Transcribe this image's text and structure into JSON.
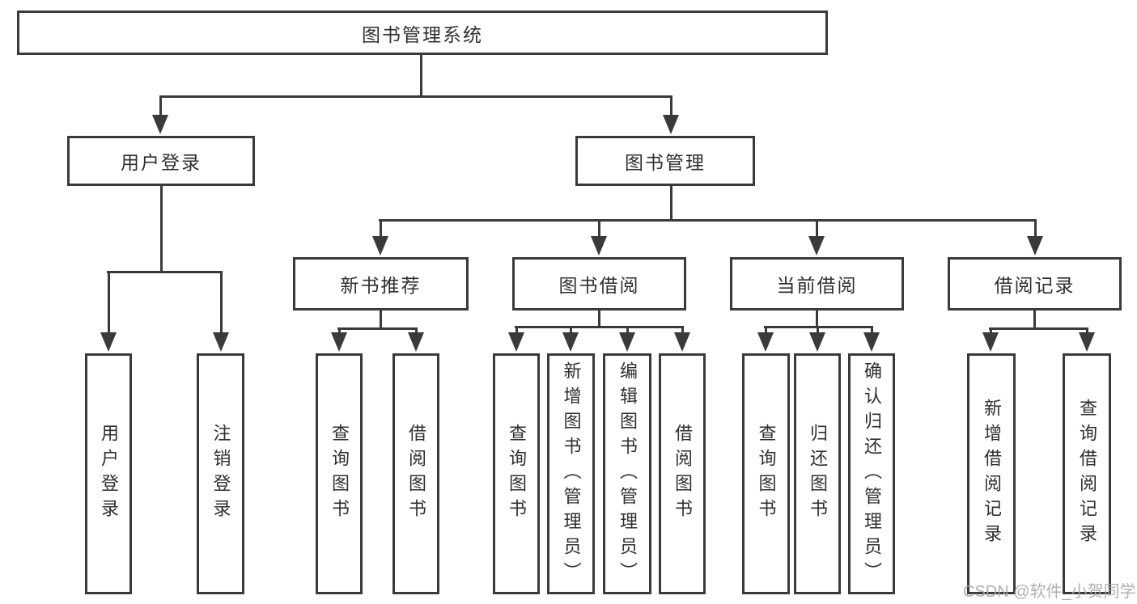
{
  "diagram": {
    "root": {
      "label": "图书管理系统"
    },
    "level2": {
      "user_login": {
        "label": "用户登录"
      },
      "book_mgmt": {
        "label": "图书管理"
      }
    },
    "level3": {
      "new_book": {
        "label": "新书推荐"
      },
      "book_borrow": {
        "label": "图书借阅"
      },
      "current_borrow": {
        "label": "当前借阅"
      },
      "borrow_record": {
        "label": "借阅记录"
      }
    },
    "leaves": {
      "user_login": [
        "用户登录",
        "注销登录"
      ],
      "new_book": [
        "查询图书",
        "借阅图书"
      ],
      "book_borrow": [
        "查询图书",
        "新增图书（管理员）",
        "编辑图书（管理员）",
        "借阅图书"
      ],
      "current_borrow": [
        "查询图书",
        "归还图书",
        "确认归还（管理员）"
      ],
      "borrow_record": [
        "新增借阅记录",
        "查询借阅记录"
      ]
    }
  },
  "watermark": {
    "text": "CSDN @软件_小贺同学"
  },
  "colors": {
    "line": "#3a3a3a",
    "text": "#2f2f2f",
    "background": "#ffffff",
    "watermark": "#a8a8a8"
  }
}
